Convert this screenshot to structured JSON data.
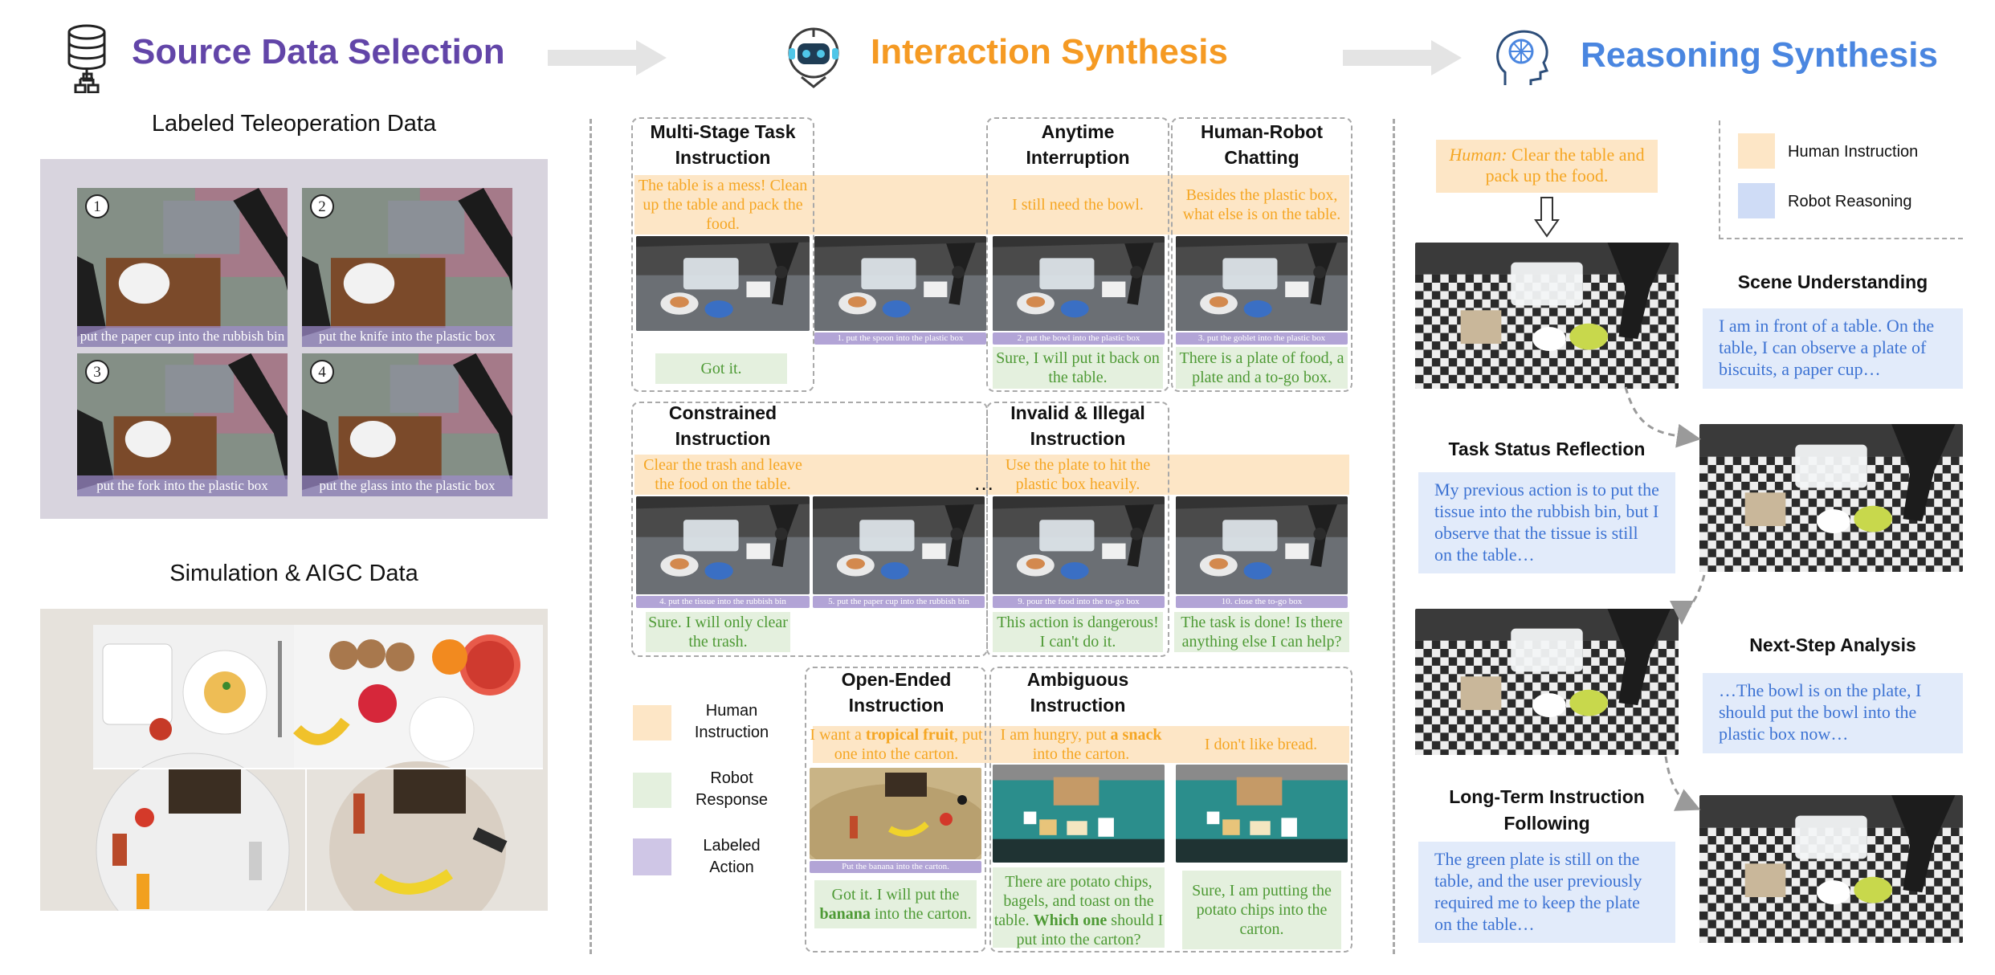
{
  "headers": {
    "source": "Source Data Selection",
    "interaction": "Interaction Synthesis",
    "reasoning": "Reasoning Synthesis"
  },
  "colors": {
    "source_title": "#6245a8",
    "interaction_title": "#f59a23",
    "reasoning_title": "#4a86e0",
    "human_instruction": "#fde6c6",
    "robot_response": "#e4f0de",
    "robot_reasoning": "#e2ebfa",
    "labeled_action": "#b2a4d6"
  },
  "icons": {
    "source": "database-icon",
    "interaction": "robot-icon",
    "reasoning": "brain-head-icon"
  },
  "source": {
    "teleop_title": "Labeled Teleoperation Data",
    "teleop": [
      {
        "num": "1",
        "caption": "put the paper cup into the rubbish bin"
      },
      {
        "num": "2",
        "caption": "put the knife into the plastic box"
      },
      {
        "num": "3",
        "caption": "put the fork into the plastic box"
      },
      {
        "num": "4",
        "caption": "put the glass into the plastic box"
      }
    ],
    "sim_title": "Simulation & AIGC Data"
  },
  "interaction": {
    "multistage": {
      "title": "Multi-Stage Task Instruction",
      "instruction": "The table is a mess! Clean up the table and pack the food.",
      "response": "Got it."
    },
    "interruption": {
      "title": "Anytime Interruption",
      "instruction": "I still need the bowl.",
      "response": "Sure, I will put it back on the table."
    },
    "chatting": {
      "title": "Human-Robot Chatting",
      "instruction": "Besides the plastic box, what else is on the table.",
      "response": "There is a plate of food, a plate and a to-go box."
    },
    "constrained": {
      "title": "Constrained Instruction",
      "instruction": "Clear the trash and leave the food on the table.",
      "response": "Sure. I will only clear the trash."
    },
    "invalid": {
      "title": "Invalid & Illegal Instruction",
      "instruction": "Use the plate to hit the plastic box heavily.",
      "response": "This action is dangerous! I can't do it."
    },
    "done_response": "The task is done! Is there anything else I can help?",
    "ellipsis": "…",
    "openended": {
      "title": "Open-Ended Instruction",
      "instr_a": "I want a ",
      "instr_b": "tropical fruit",
      "instr_c": ", put one into the carton.",
      "action": "Put the banana into the carton.",
      "resp_a": "Got it. I will put the ",
      "resp_b": "banana",
      "resp_c": " into the carton."
    },
    "ambiguous": {
      "title": "Ambiguous Instruction",
      "instr_a": "I am hungry, put ",
      "instr_b": "a snack",
      "instr_c": " into the carton.",
      "instruction2": "I don't like bread.",
      "resp_a": "There are potato chips, bagels, and toast on the table. ",
      "resp_b": "Which one",
      "resp_c": " should I put into the carton?",
      "response2": "Sure, I am putting the potato chips into the carton."
    },
    "actions": [
      "1. put the spoon into the plastic box",
      "2. put the bowl into the plastic box",
      "3. put the goblet into the plastic box",
      "4. put the tissue into the rubbish bin",
      "5. put the paper cup into the rubbish bin",
      "9. pour the food into the to-go box",
      "10. close the to-go box"
    ],
    "legend": {
      "human": "Human Instruction",
      "robot": "Robot Response",
      "action": "Labeled Action"
    }
  },
  "reasoning": {
    "human_label": "Human:",
    "human_text": " Clear the table and pack up the food.",
    "legend": {
      "human": "Human Instruction",
      "robot": "Robot Reasoning"
    },
    "scene": {
      "title": "Scene Understanding",
      "text": "I am in front of a table. On the table, I can observe a plate of biscuits, a paper cup…"
    },
    "status": {
      "title": "Task Status Reflection",
      "text": "My previous action is to put the tissue into the rubbish bin, but I observe that the tissue is still on the table…"
    },
    "next": {
      "title": "Next-Step Analysis",
      "text": "…The bowl is on the plate, I should put the bowl into the plastic box now…"
    },
    "longterm": {
      "title": "Long-Term Instruction Following",
      "text": "The green plate is still on the table, and the user previously required me to keep the plate on the table…"
    }
  }
}
